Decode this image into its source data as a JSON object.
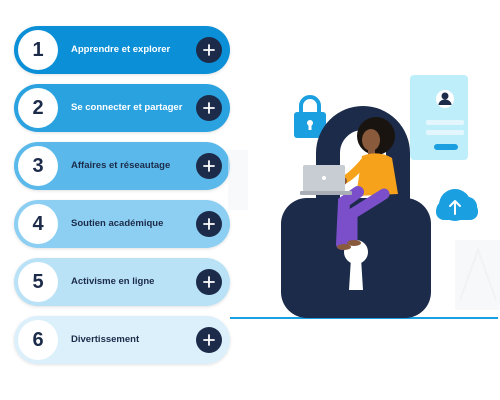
{
  "menu": {
    "items": [
      {
        "number": "1",
        "label": "Apprendre et explorer",
        "bg": "#0b8fd6",
        "text_color": "#ffffff"
      },
      {
        "number": "2",
        "label": "Se connecter et partager",
        "bg": "#2aa2e0",
        "text_color": "#ffffff"
      },
      {
        "number": "3",
        "label": "Affaires et réseautage",
        "bg": "#5ab9ea",
        "text_color": "#1c2b4a"
      },
      {
        "number": "4",
        "label": "Soutien académique",
        "bg": "#8ccff2",
        "text_color": "#1c2b4a"
      },
      {
        "number": "5",
        "label": "Activisme en ligne",
        "bg": "#b9e2f7",
        "text_color": "#1c2b4a"
      },
      {
        "number": "6",
        "label": "Divertissement",
        "bg": "#dcf0fb",
        "text_color": "#1c2b4a"
      }
    ],
    "button_icon": "plus-icon"
  },
  "colors": {
    "navy": "#1c2b4a",
    "accent_blue": "#1a9fe0",
    "light_panel": "#bfeefb"
  }
}
